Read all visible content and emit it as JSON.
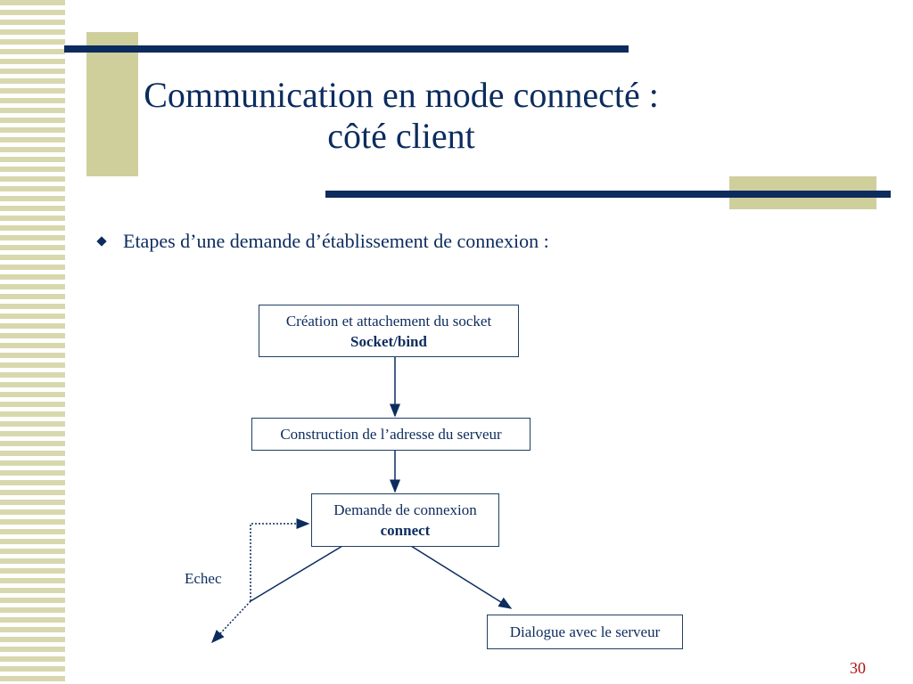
{
  "slide": {
    "title_line1": "Communication en mode connecté :",
    "title_line2": "côté client",
    "bullet": "Etapes d’une demande d’établissement de connexion :",
    "page_number": "30"
  },
  "diagram": {
    "box_create": {
      "text": "Création et attachement du socket",
      "call": "Socket/bind"
    },
    "box_address": {
      "text": "Construction de l’adresse du serveur"
    },
    "box_connect": {
      "text": "Demande de connexion",
      "call": "connect"
    },
    "box_dialogue": {
      "text": "Dialogue avec le serveur"
    },
    "failure_label": "Echec"
  },
  "colors": {
    "title": "#0c2c5e",
    "accent_block": "#cfcf9c",
    "rule": "#0c2c5e",
    "page_number": "#b01010"
  }
}
